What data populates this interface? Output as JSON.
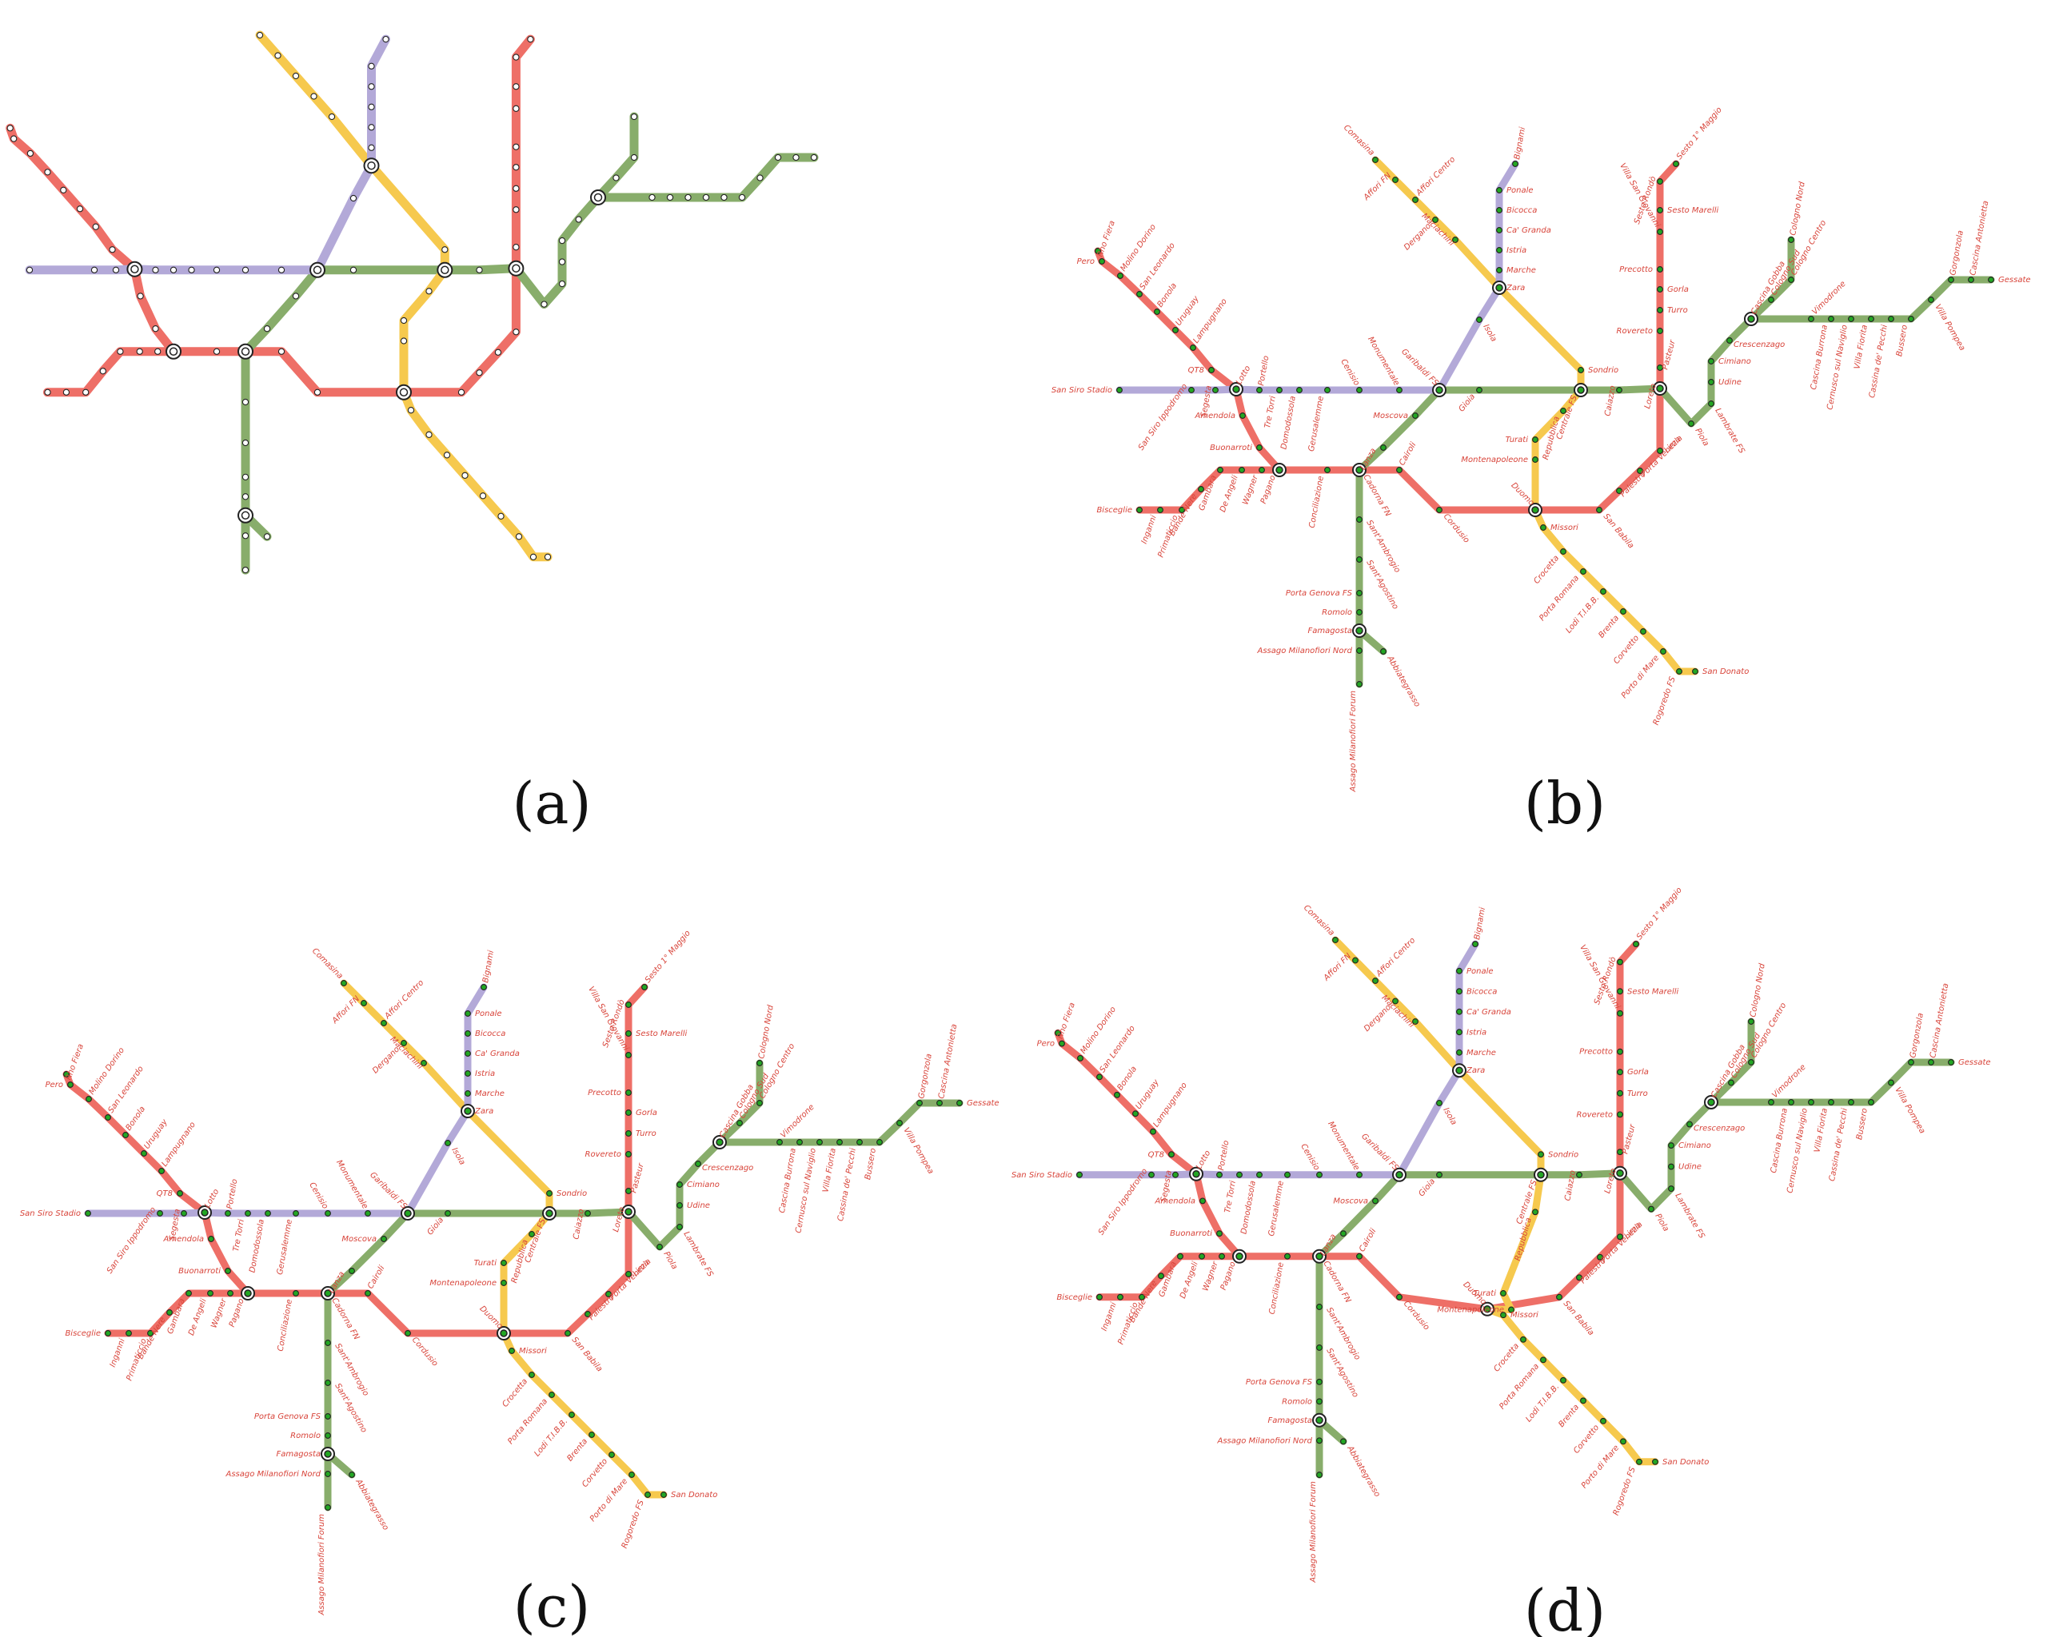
{
  "colors": {
    "M1": "#ee6f67",
    "M2": "#88ad6b",
    "M3": "#f6c94e",
    "M5": "#b3a9d8",
    "label": "#d8443a",
    "station_green": "#23a623",
    "station_plain": "#ffffff"
  },
  "panels": [
    {
      "caption": "(a)",
      "labels": false
    },
    {
      "caption": "(b)",
      "labels": true
    },
    {
      "caption": "(c)",
      "labels": true
    },
    {
      "caption": "(d)",
      "labels": true
    }
  ],
  "lines": {
    "M1_west_rho": [
      "Rho Fiera",
      "Pero",
      "Molino Dorino",
      "San Leonardo",
      "Bonola",
      "Uruguay",
      "Lampugnano",
      "QT8",
      "Lotto"
    ],
    "M1_bisceglie": [
      "Bisceglie",
      "Inganni",
      "Primaticcio",
      "Bande Nere",
      "Gambara",
      "De Angeli",
      "Wagner",
      "Pagano"
    ],
    "M1_centre": [
      "Lotto",
      "Amendola",
      "Buonarroti",
      "Pagano",
      "Conciliazione",
      "Cadorna FN",
      "Cairoli",
      "Cordusio",
      "Duomo",
      "San Babila",
      "Palestro",
      "Porta Venezia",
      "Lima",
      "Loreto"
    ],
    "M1_north": [
      "Loreto",
      "Pasteur",
      "Rovereto",
      "Turro",
      "Gorla",
      "Precotto",
      "Villa San Giovanni",
      "Sesto Marelli",
      "Sesto Rondò",
      "Sesto 1° Maggio"
    ],
    "M2_west": [
      "Assago Milanofiori Forum",
      "Assago Milanofiori Nord",
      "Famagosta",
      "Romolo",
      "Porta Genova FS",
      "Sant'Agostino",
      "Sant'Ambrogio",
      "Cadorna FN",
      "Lanza",
      "Moscova",
      "Garibaldi FS",
      "Gioia",
      "Centrale FS",
      "Caiazzo",
      "Loreto",
      "Piola",
      "Lambrate FS",
      "Udine",
      "Cimiano",
      "Crescenzago",
      "Cascina Gobba"
    ],
    "M2_abbiategrasso": [
      "Famagosta",
      "Abbiategrasso"
    ],
    "M2_cologno": [
      "Cascina Gobba",
      "Cologno Sud",
      "Cologno Centro",
      "Cologno Nord"
    ],
    "M2_gessate": [
      "Cascina Gobba",
      "Vimodrone",
      "Cascina Burrona",
      "Cernusco sul Naviglio",
      "Villa Fiorita",
      "Cassina de' Pecchi",
      "Bussero",
      "Villa Pompea",
      "Gorgonzola",
      "Cascina Antonietta",
      "Gessate"
    ],
    "M3": [
      "Comasina",
      "Affori FN",
      "Affori Centro",
      "Dergano",
      "Maciachini",
      "Zara",
      "Sondrio",
      "Centrale FS",
      "Repubblica",
      "Turati",
      "Montenapoleone",
      "Duomo",
      "Missori",
      "Crocetta",
      "Porta Romana",
      "Lodi T.I.B.B.",
      "Brenta",
      "Corvetto",
      "Porto di Mare",
      "Rogoredo FS",
      "San Donato"
    ],
    "M5": [
      "Bignami",
      "Ponale",
      "Bicocca",
      "Ca' Granda",
      "Istria",
      "Marche",
      "Zara",
      "Isola",
      "Garibaldi FS",
      "Monumentale",
      "Cenisio",
      "Gerusalemme",
      "Domodossola",
      "Tre Torri",
      "Portello",
      "Lotto",
      "Segesta",
      "San Siro Ippodromo",
      "San Siro Stadio"
    ]
  },
  "stations": {
    "Rho Fiera": {
      "interchange": false
    },
    "Pero": {
      "interchange": false
    },
    "Molino Dorino": {
      "interchange": false
    },
    "San Leonardo": {
      "interchange": false
    },
    "Bonola": {
      "interchange": false
    },
    "Uruguay": {
      "interchange": false
    },
    "Lampugnano": {
      "interchange": false
    },
    "QT8": {
      "interchange": false
    },
    "Lotto": {
      "interchange": true
    },
    "Bisceglie": {
      "interchange": false
    },
    "Inganni": {
      "interchange": false
    },
    "Primaticcio": {
      "interchange": false
    },
    "Bande Nere": {
      "interchange": false
    },
    "Gambara": {
      "interchange": false
    },
    "De Angeli": {
      "interchange": false
    },
    "Wagner": {
      "interchange": false
    },
    "Pagano": {
      "interchange": true
    },
    "Amendola": {
      "interchange": false
    },
    "Buonarroti": {
      "interchange": false
    },
    "Conciliazione": {
      "interchange": false
    },
    "Cadorna FN": {
      "interchange": true
    },
    "Cairoli": {
      "interchange": false
    },
    "Cordusio": {
      "interchange": false
    },
    "Duomo": {
      "interchange": true
    },
    "San Babila": {
      "interchange": false
    },
    "Palestro": {
      "interchange": false
    },
    "Porta Venezia": {
      "interchange": false
    },
    "Lima": {
      "interchange": false
    },
    "Loreto": {
      "interchange": true
    },
    "Pasteur": {
      "interchange": false
    },
    "Rovereto": {
      "interchange": false
    },
    "Turro": {
      "interchange": false
    },
    "Gorla": {
      "interchange": false
    },
    "Precotto": {
      "interchange": false
    },
    "Villa San Giovanni": {
      "interchange": false
    },
    "Sesto Marelli": {
      "interchange": false
    },
    "Sesto Rondò": {
      "interchange": false
    },
    "Sesto 1° Maggio": {
      "interchange": false
    },
    "Assago Milanofiori Forum": {
      "interchange": false
    },
    "Assago Milanofiori Nord": {
      "interchange": false
    },
    "Famagosta": {
      "interchange": true
    },
    "Romolo": {
      "interchange": false
    },
    "Porta Genova FS": {
      "interchange": false
    },
    "Sant'Agostino": {
      "interchange": false
    },
    "Sant'Ambrogio": {
      "interchange": false
    },
    "Abbiategrasso": {
      "interchange": false
    },
    "Lanza": {
      "interchange": false
    },
    "Moscova": {
      "interchange": false
    },
    "Garibaldi FS": {
      "interchange": true
    },
    "Gioia": {
      "interchange": false
    },
    "Centrale FS": {
      "interchange": true
    },
    "Caiazzo": {
      "interchange": false
    },
    "Piola": {
      "interchange": false
    },
    "Lambrate FS": {
      "interchange": false
    },
    "Udine": {
      "interchange": false
    },
    "Cimiano": {
      "interchange": false
    },
    "Crescenzago": {
      "interchange": false
    },
    "Cascina Gobba": {
      "interchange": true
    },
    "Cologno Sud": {
      "interchange": false
    },
    "Cologno Centro": {
      "interchange": false
    },
    "Cologno Nord": {
      "interchange": false
    },
    "Vimodrone": {
      "interchange": false
    },
    "Cascina Burrona": {
      "interchange": false
    },
    "Cernusco sul Naviglio": {
      "interchange": false
    },
    "Villa Fiorita": {
      "interchange": false
    },
    "Cassina de' Pecchi": {
      "interchange": false
    },
    "Bussero": {
      "interchange": false
    },
    "Villa Pompea": {
      "interchange": false
    },
    "Gorgonzola": {
      "interchange": false
    },
    "Cascina Antonietta": {
      "interchange": false
    },
    "Gessate": {
      "interchange": false
    },
    "Comasina": {
      "interchange": false
    },
    "Affori FN": {
      "interchange": false
    },
    "Affori Centro": {
      "interchange": false
    },
    "Dergano": {
      "interchange": false
    },
    "Maciachini": {
      "interchange": false
    },
    "Zara": {
      "interchange": true
    },
    "Sondrio": {
      "interchange": false
    },
    "Repubblica": {
      "interchange": false
    },
    "Turati": {
      "interchange": false
    },
    "Montenapoleone": {
      "interchange": false
    },
    "Missori": {
      "interchange": false
    },
    "Crocetta": {
      "interchange": false
    },
    "Porta Romana": {
      "interchange": false
    },
    "Lodi T.I.B.B.": {
      "interchange": false
    },
    "Brenta": {
      "interchange": false
    },
    "Corvetto": {
      "interchange": false
    },
    "Porto di Mare": {
      "interchange": false
    },
    "Rogoredo FS": {
      "interchange": false
    },
    "San Donato": {
      "interchange": false
    },
    "Bignami": {
      "interchange": false
    },
    "Ponale": {
      "interchange": false
    },
    "Bicocca": {
      "interchange": false
    },
    "Ca' Granda": {
      "interchange": false
    },
    "Istria": {
      "interchange": false
    },
    "Marche": {
      "interchange": false
    },
    "Isola": {
      "interchange": false
    },
    "Monumentale": {
      "interchange": false
    },
    "Cenisio": {
      "interchange": false
    },
    "Gerusalemme": {
      "interchange": false
    },
    "Domodossola": {
      "interchange": false
    },
    "Tre Torri": {
      "interchange": false
    },
    "Portello": {
      "interchange": false
    },
    "Segesta": {
      "interchange": false
    },
    "San Siro Ippodromo": {
      "interchange": false
    },
    "San Siro Stadio": {
      "interchange": false
    }
  }
}
